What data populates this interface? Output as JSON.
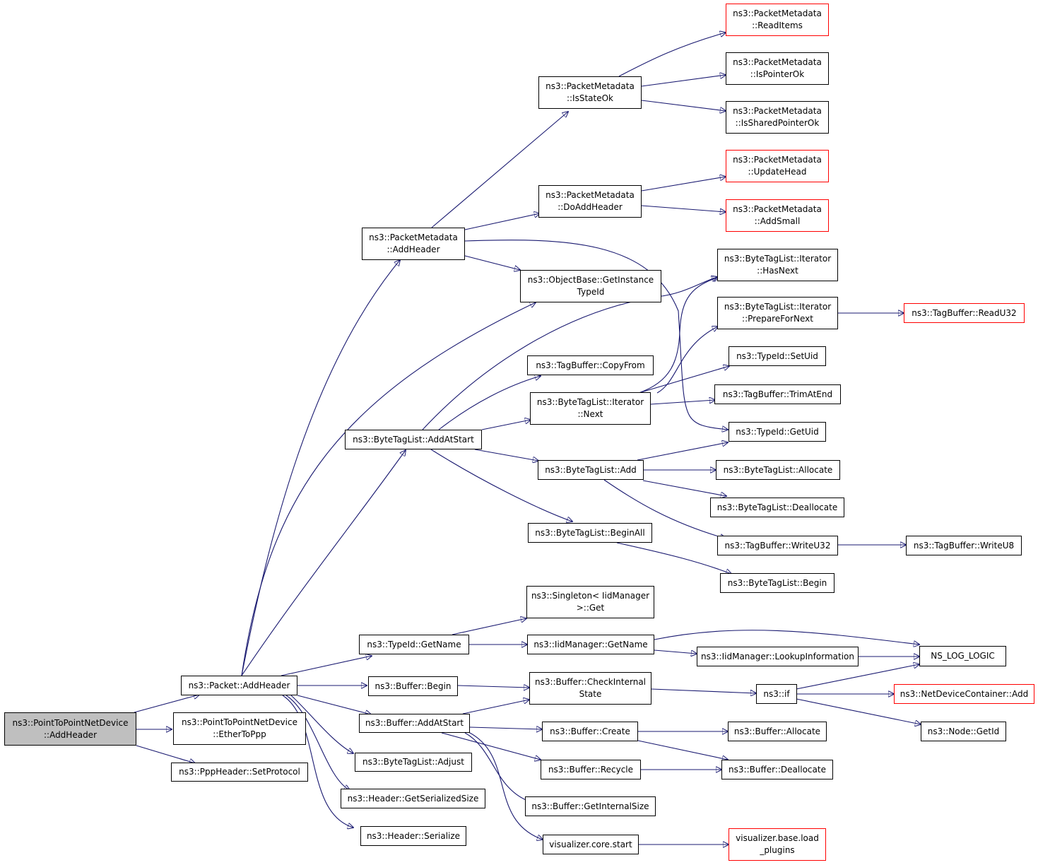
{
  "graph": {
    "colors": {
      "edge": "#191970",
      "root_fill": "#bfbfbf",
      "truncated_border": "#ff0000",
      "node_border": "#000000"
    },
    "nodes": {
      "root": [
        "ns3::PointToPointNetDevice",
        "::AddHeader"
      ],
      "packet_addheader": [
        "ns3::Packet::AddHeader"
      ],
      "ethertoppp": [
        "ns3::PointToPointNetDevice",
        "::EtherToPpp"
      ],
      "ppp_setprotocol": [
        "ns3::PppHeader::SetProtocol"
      ],
      "pm_addheader": [
        "ns3::PacketMetadata",
        "::AddHeader"
      ],
      "pm_isstateok": [
        "ns3::PacketMetadata",
        "::IsStateOk"
      ],
      "pm_readitems": [
        "ns3::PacketMetadata",
        "::ReadItems"
      ],
      "pm_ispointerok": [
        "ns3::PacketMetadata",
        "::IsPointerOk"
      ],
      "pm_issharedpointerok": [
        "ns3::PacketMetadata",
        "::IsSharedPointerOk"
      ],
      "pm_doaddheader": [
        "ns3::PacketMetadata",
        "::DoAddHeader"
      ],
      "pm_updatehead": [
        "ns3::PacketMetadata",
        "::UpdateHead"
      ],
      "pm_addsmall": [
        "ns3::PacketMetadata",
        "::AddSmall"
      ],
      "objectbase_getinstancetypeid": [
        "ns3::ObjectBase::GetInstance",
        "TypeId"
      ],
      "btl_iter_hasnext": [
        "ns3::ByteTagList::Iterator",
        "::HasNext"
      ],
      "btl_iter_preparefornext": [
        "ns3::ByteTagList::Iterator",
        "::PrepareForNext"
      ],
      "tagbuffer_readu32": [
        "ns3::TagBuffer::ReadU32"
      ],
      "tagbuffer_copyfrom": [
        "ns3::TagBuffer::CopyFrom"
      ],
      "typeid_setuid": [
        "ns3::TypeId::SetUid"
      ],
      "btl_iter_next": [
        "ns3::ByteTagList::Iterator",
        "::Next"
      ],
      "tagbuffer_trimatend": [
        "ns3::TagBuffer::TrimAtEnd"
      ],
      "btl_addatstart": [
        "ns3::ByteTagList::AddAtStart"
      ],
      "typeid_getuid": [
        "ns3::TypeId::GetUid"
      ],
      "btl_add": [
        "ns3::ByteTagList::Add"
      ],
      "btl_allocate": [
        "ns3::ByteTagList::Allocate"
      ],
      "btl_deallocate": [
        "ns3::ByteTagList::Deallocate"
      ],
      "btl_beginall": [
        "ns3::ByteTagList::BeginAll"
      ],
      "tagbuffer_writeu32": [
        "ns3::TagBuffer::WriteU32"
      ],
      "tagbuffer_writeu8": [
        "ns3::TagBuffer::WriteU8"
      ],
      "btl_begin": [
        "ns3::ByteTagList::Begin"
      ],
      "singleton_get": [
        "ns3::Singleton< IidManager",
        ">::Get"
      ],
      "typeid_getname": [
        "ns3::TypeId::GetName"
      ],
      "iidmanager_getname": [
        "ns3::IidManager::GetName"
      ],
      "iidmanager_lookupinformation": [
        "ns3::IidManager::LookupInformation"
      ],
      "ns_log_logic": [
        "NS_LOG_LOGIC"
      ],
      "buffer_begin": [
        "ns3::Buffer::Begin"
      ],
      "buffer_checkinternalstate": [
        "ns3::Buffer::CheckInternal",
        "State"
      ],
      "ns3_if": [
        "ns3::if"
      ],
      "netdevicecontainer_add": [
        "ns3::NetDeviceContainer::Add"
      ],
      "buffer_addatstart": [
        "ns3::Buffer::AddAtStart"
      ],
      "buffer_create": [
        "ns3::Buffer::Create"
      ],
      "buffer_allocate": [
        "ns3::Buffer::Allocate"
      ],
      "node_getid": [
        "ns3::Node::GetId"
      ],
      "btl_adjust": [
        "ns3::ByteTagList::Adjust"
      ],
      "buffer_recycle": [
        "ns3::Buffer::Recycle"
      ],
      "buffer_deallocate": [
        "ns3::Buffer::Deallocate"
      ],
      "header_getserializedsize": [
        "ns3::Header::GetSerializedSize"
      ],
      "buffer_getinternalsize": [
        "ns3::Buffer::GetInternalSize"
      ],
      "header_serialize": [
        "ns3::Header::Serialize"
      ],
      "visualizer_core_start": [
        "visualizer.core.start"
      ],
      "visualizer_base_load_plugins": [
        "visualizer.base.load",
        "_plugins"
      ]
    }
  }
}
